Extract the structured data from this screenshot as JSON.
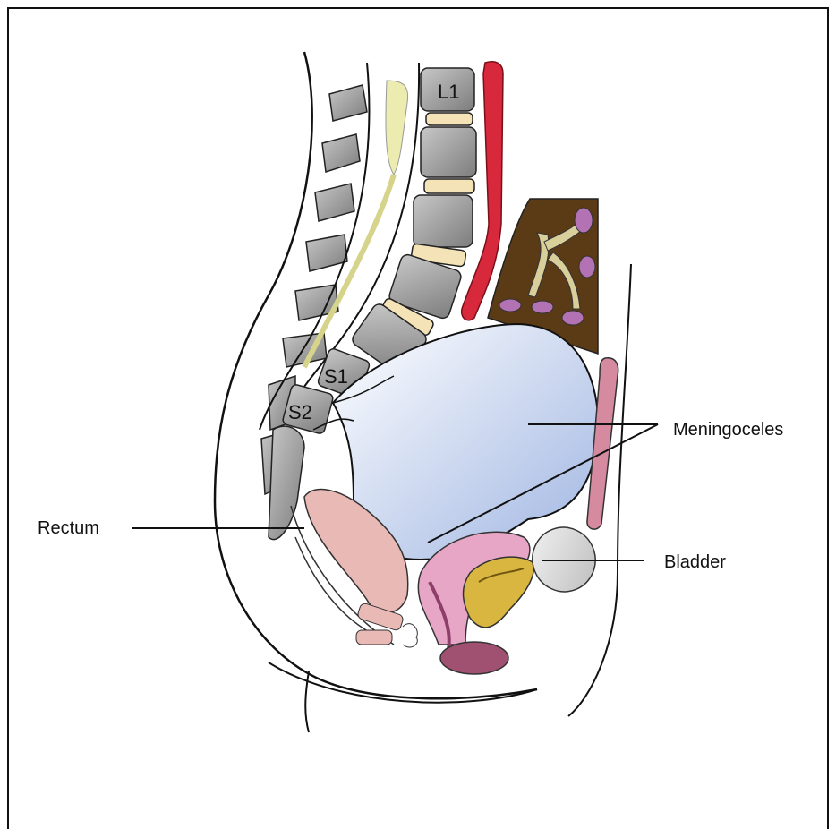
{
  "labels": {
    "meningoceles": "Meningoceles",
    "rectum": "Rectum",
    "bladder": "Bladder"
  },
  "vertebra_labels": {
    "l1": "L1",
    "s1": "S1",
    "s2": "S2"
  },
  "colors": {
    "border": "#111111",
    "vertebra": "#9a9a9a",
    "disc": "#f5e3b8",
    "aorta": "#d8283c",
    "spinal_cord": "#ecebb0",
    "bowel_bg": "#5b3a16",
    "meningocele": "#b8c8ea",
    "rectum": "#e9b9b6",
    "uterus": "#e7a6c6",
    "bladder": "#d9d9d9"
  }
}
